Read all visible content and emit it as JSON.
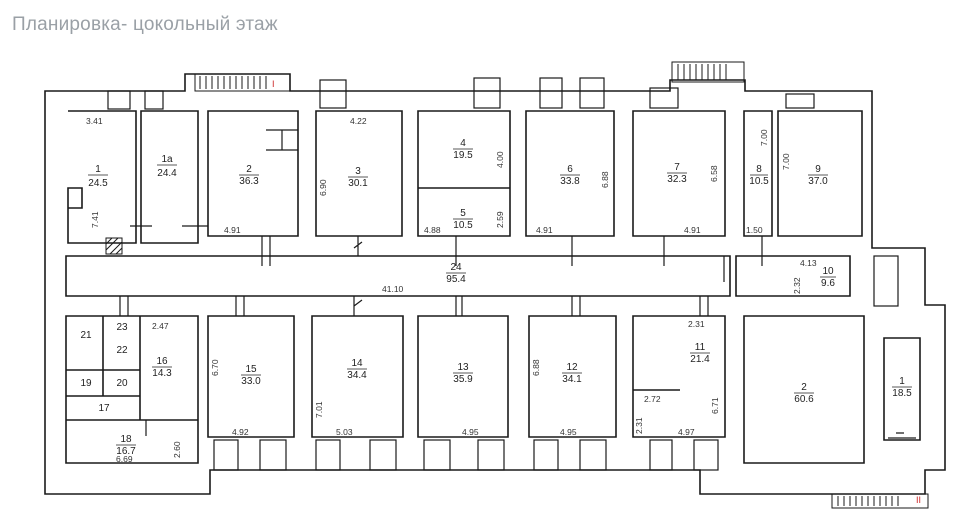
{
  "title": "Планировка- цокольный этаж",
  "colors": {
    "wall": "#1a1a1a",
    "stair_marker": "#cc2222",
    "title": "#9aa0a6"
  },
  "rooms": [
    {
      "id": "r1",
      "num": "1",
      "area": "24.5"
    },
    {
      "id": "r1a",
      "num": "1а",
      "area": "24.4"
    },
    {
      "id": "r2",
      "num": "2",
      "area": "36.3"
    },
    {
      "id": "r3",
      "num": "3",
      "area": "30.1"
    },
    {
      "id": "r4",
      "num": "4",
      "area": "19.5"
    },
    {
      "id": "r5",
      "num": "5",
      "area": "10.5"
    },
    {
      "id": "r6",
      "num": "6",
      "area": "33.8"
    },
    {
      "id": "r7",
      "num": "7",
      "area": "32.3"
    },
    {
      "id": "r8",
      "num": "8",
      "area": "10.5"
    },
    {
      "id": "r9",
      "num": "9",
      "area": "37.0"
    },
    {
      "id": "r10",
      "num": "10",
      "area": "9.6"
    },
    {
      "id": "r24",
      "num": "24",
      "area": "95.4"
    },
    {
      "id": "r11",
      "num": "11",
      "area": "21.4"
    },
    {
      "id": "r12",
      "num": "12",
      "area": "34.1"
    },
    {
      "id": "r13",
      "num": "13",
      "area": "35.9"
    },
    {
      "id": "r14",
      "num": "14",
      "area": "34.4"
    },
    {
      "id": "r15",
      "num": "15",
      "area": "33.0"
    },
    {
      "id": "r16",
      "num": "16",
      "area": "14.3"
    },
    {
      "id": "r18",
      "num": "18",
      "area": "16.7"
    },
    {
      "id": "rB2",
      "num": "2",
      "area": "60.6"
    },
    {
      "id": "rB1",
      "num": "1",
      "area": "18.5"
    }
  ],
  "small_rooms": [
    "21",
    "23",
    "22",
    "19",
    "20",
    "17"
  ],
  "dimensions": [
    "3.41",
    "7.41",
    "4.91",
    "6.90",
    "4.22",
    "4.00",
    "2.59",
    "4.88",
    "6.88",
    "4.91",
    "6.58",
    "4.91",
    "7.00",
    "7.00",
    "1.50",
    "4.13",
    "2.32",
    "41.10",
    "2.47",
    "6.70",
    "4.92",
    "7.01",
    "5.03",
    "4.95",
    "6.88",
    "4.95",
    "2.31",
    "6.71",
    "4.97",
    "2.72",
    "2.31",
    "6.69",
    "2.60"
  ],
  "stair_labels": [
    "I",
    "II"
  ]
}
